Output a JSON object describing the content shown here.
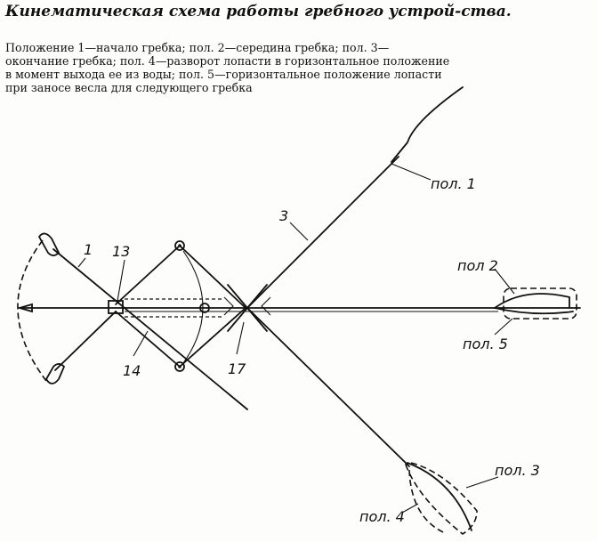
{
  "title": "Кинематическая схема работы гребного устрой-ства.",
  "caption": "Положение 1—начало гребка; пол. 2—середина гребка; пол. 3—окончание гребка; пол. 4—разворот лопасти в горизонтальное положение в момент выхода ее из воды; пол. 5—горизонтальное положение лопасти при заносе весла для следующего гребка",
  "labels": {
    "pos1": "пол. 1",
    "pos2": "пол  2",
    "pos3": "пол. 3",
    "pos4": "пол. 4",
    "pos5": "пол. 5",
    "n1": "1",
    "n3": "3",
    "n13": "13",
    "n14": "14",
    "n17": "17"
  }
}
